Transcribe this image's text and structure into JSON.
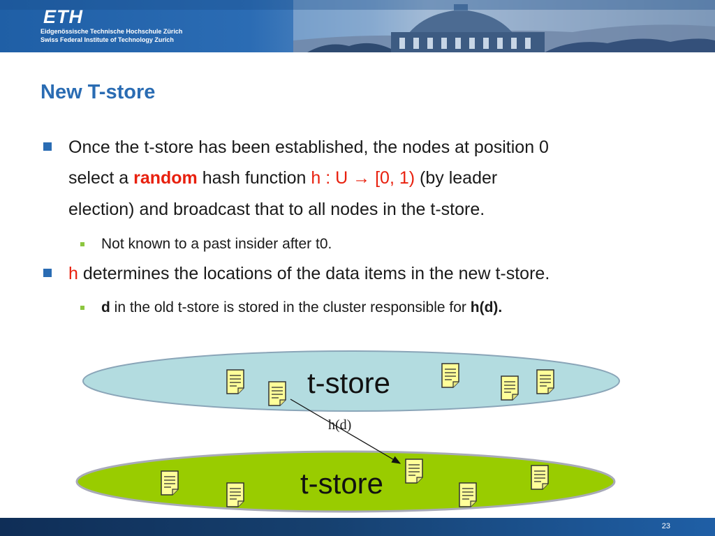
{
  "header": {
    "logo": "ETH",
    "line1": "Eidgenössische Technische Hochschule Zürich",
    "line2": "Swiss Federal Institute of Technology Zurich"
  },
  "slide": {
    "title": "New T-store",
    "bullet1": {
      "line1": "Once the t-store has been established, the nodes at position 0",
      "line2_a": "select a ",
      "line2_random": "random",
      "line2_b": " hash function ",
      "line2_hash": "h : U → [0, 1)",
      "line2_c": " (by leader",
      "line3": "election) and broadcast that to all nodes in the t-store."
    },
    "sub1": "Not known to a past insider after t0.",
    "bullet2": {
      "h": "h",
      "rest": " determines the locations of the data items in the new t-store."
    },
    "sub2": {
      "d": "d",
      "mid": " in the old t-store is stored in the cluster responsible for ",
      "hd": "h(d)."
    }
  },
  "diagram": {
    "old_store_label": "t-store",
    "new_store_label": "t-store",
    "arrow_label": "h(d)",
    "old_store_color": "#b3dce0",
    "new_store_color": "#99cc00",
    "note_color": "#ffff99"
  },
  "footer": {
    "page_number": "23"
  },
  "colors": {
    "title_blue": "#2a6cb3",
    "emphasis_red": "#e8200e",
    "sub_bullet_green": "#8cc63f"
  }
}
